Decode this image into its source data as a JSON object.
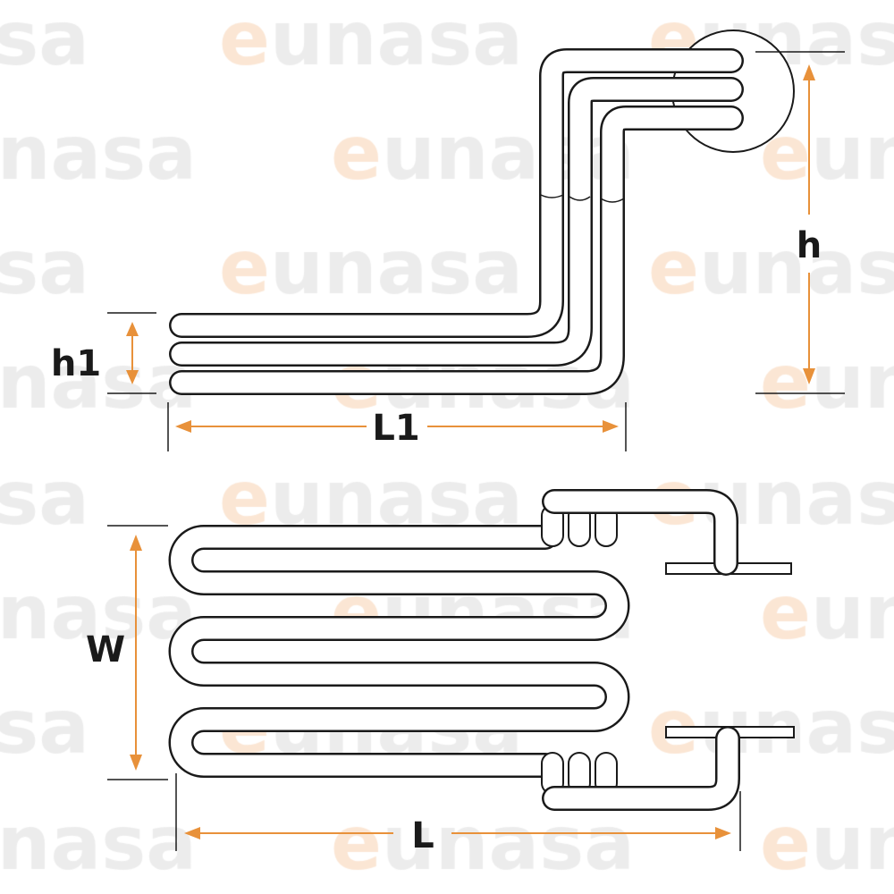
{
  "watermark": {
    "text": "eunasa",
    "accent_letter": "e",
    "rest": "unasa",
    "color_gray": "#ececec",
    "color_orange": "#fbe6d4"
  },
  "top_view": {
    "labels": {
      "h": "h",
      "h1": "h1",
      "L1": "L1"
    }
  },
  "plan_view": {
    "labels": {
      "W": "W",
      "L": "L"
    }
  },
  "colors": {
    "line": "#1a1a1a",
    "dimension_arrow": "#e8913a"
  }
}
